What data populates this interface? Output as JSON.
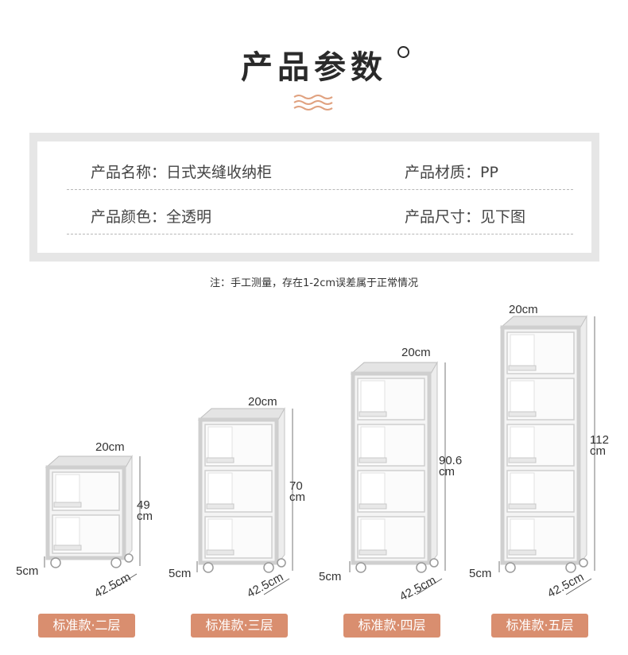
{
  "header": {
    "title": "产品参数"
  },
  "colors": {
    "accent": "#d98e6f",
    "frame": "#e6e6e6",
    "cabinet_frame": "#cfcfcf"
  },
  "specs": {
    "rows": [
      {
        "left": {
          "label": "产品名称：",
          "value": "日式夹缝收纳柜"
        },
        "right": {
          "label": "产品材质：",
          "value": "PP"
        }
      },
      {
        "left": {
          "label": "产品颜色：",
          "value": "全透明"
        },
        "right": {
          "label": "产品尺寸：",
          "value": "见下图"
        }
      }
    ]
  },
  "note": "注：手工测量，存在1-2cm误差属于正常情况",
  "products": [
    {
      "layers": 2,
      "width": "20cm",
      "height_line1": "49",
      "height_line2": "cm",
      "depth": "42.5cm",
      "wheel": "5cm",
      "badge": "标准款·二层"
    },
    {
      "layers": 3,
      "width": "20cm",
      "height_line1": "70",
      "height_line2": "cm",
      "depth": "42.5cm",
      "wheel": "5cm",
      "badge": "标准款·三层"
    },
    {
      "layers": 4,
      "width": "20cm",
      "height_line1": "90.6",
      "height_line2": "cm",
      "depth": "42.5cm",
      "wheel": "5cm",
      "badge": "标准款·四层"
    },
    {
      "layers": 5,
      "width": "20cm",
      "height_line1": "112",
      "height_line2": "cm",
      "depth": "42.5cm",
      "wheel": "5cm",
      "badge": "标准款·五层"
    }
  ]
}
